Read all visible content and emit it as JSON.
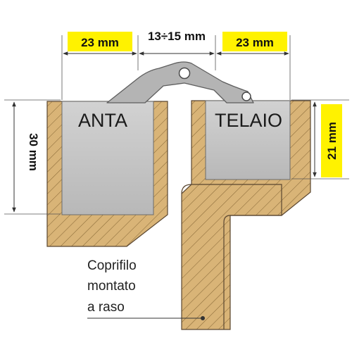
{
  "dimensions": {
    "top_left": "23 mm",
    "top_middle": "13÷15 mm",
    "top_right": "23 mm",
    "left_height": "30 mm",
    "right_height": "21 mm"
  },
  "labels": {
    "sash": "ANTA",
    "frame": "TELAIO"
  },
  "note": {
    "line1": "Coprifilo",
    "line2": "montato",
    "line3": "a raso"
  },
  "colors": {
    "wood": "#D9B477",
    "hatch": "#8A6A38",
    "metal": "#C4C4C4",
    "metal_dark": "#A6A6A6",
    "highlight": "#FFF200",
    "outline": "#5A4630"
  }
}
